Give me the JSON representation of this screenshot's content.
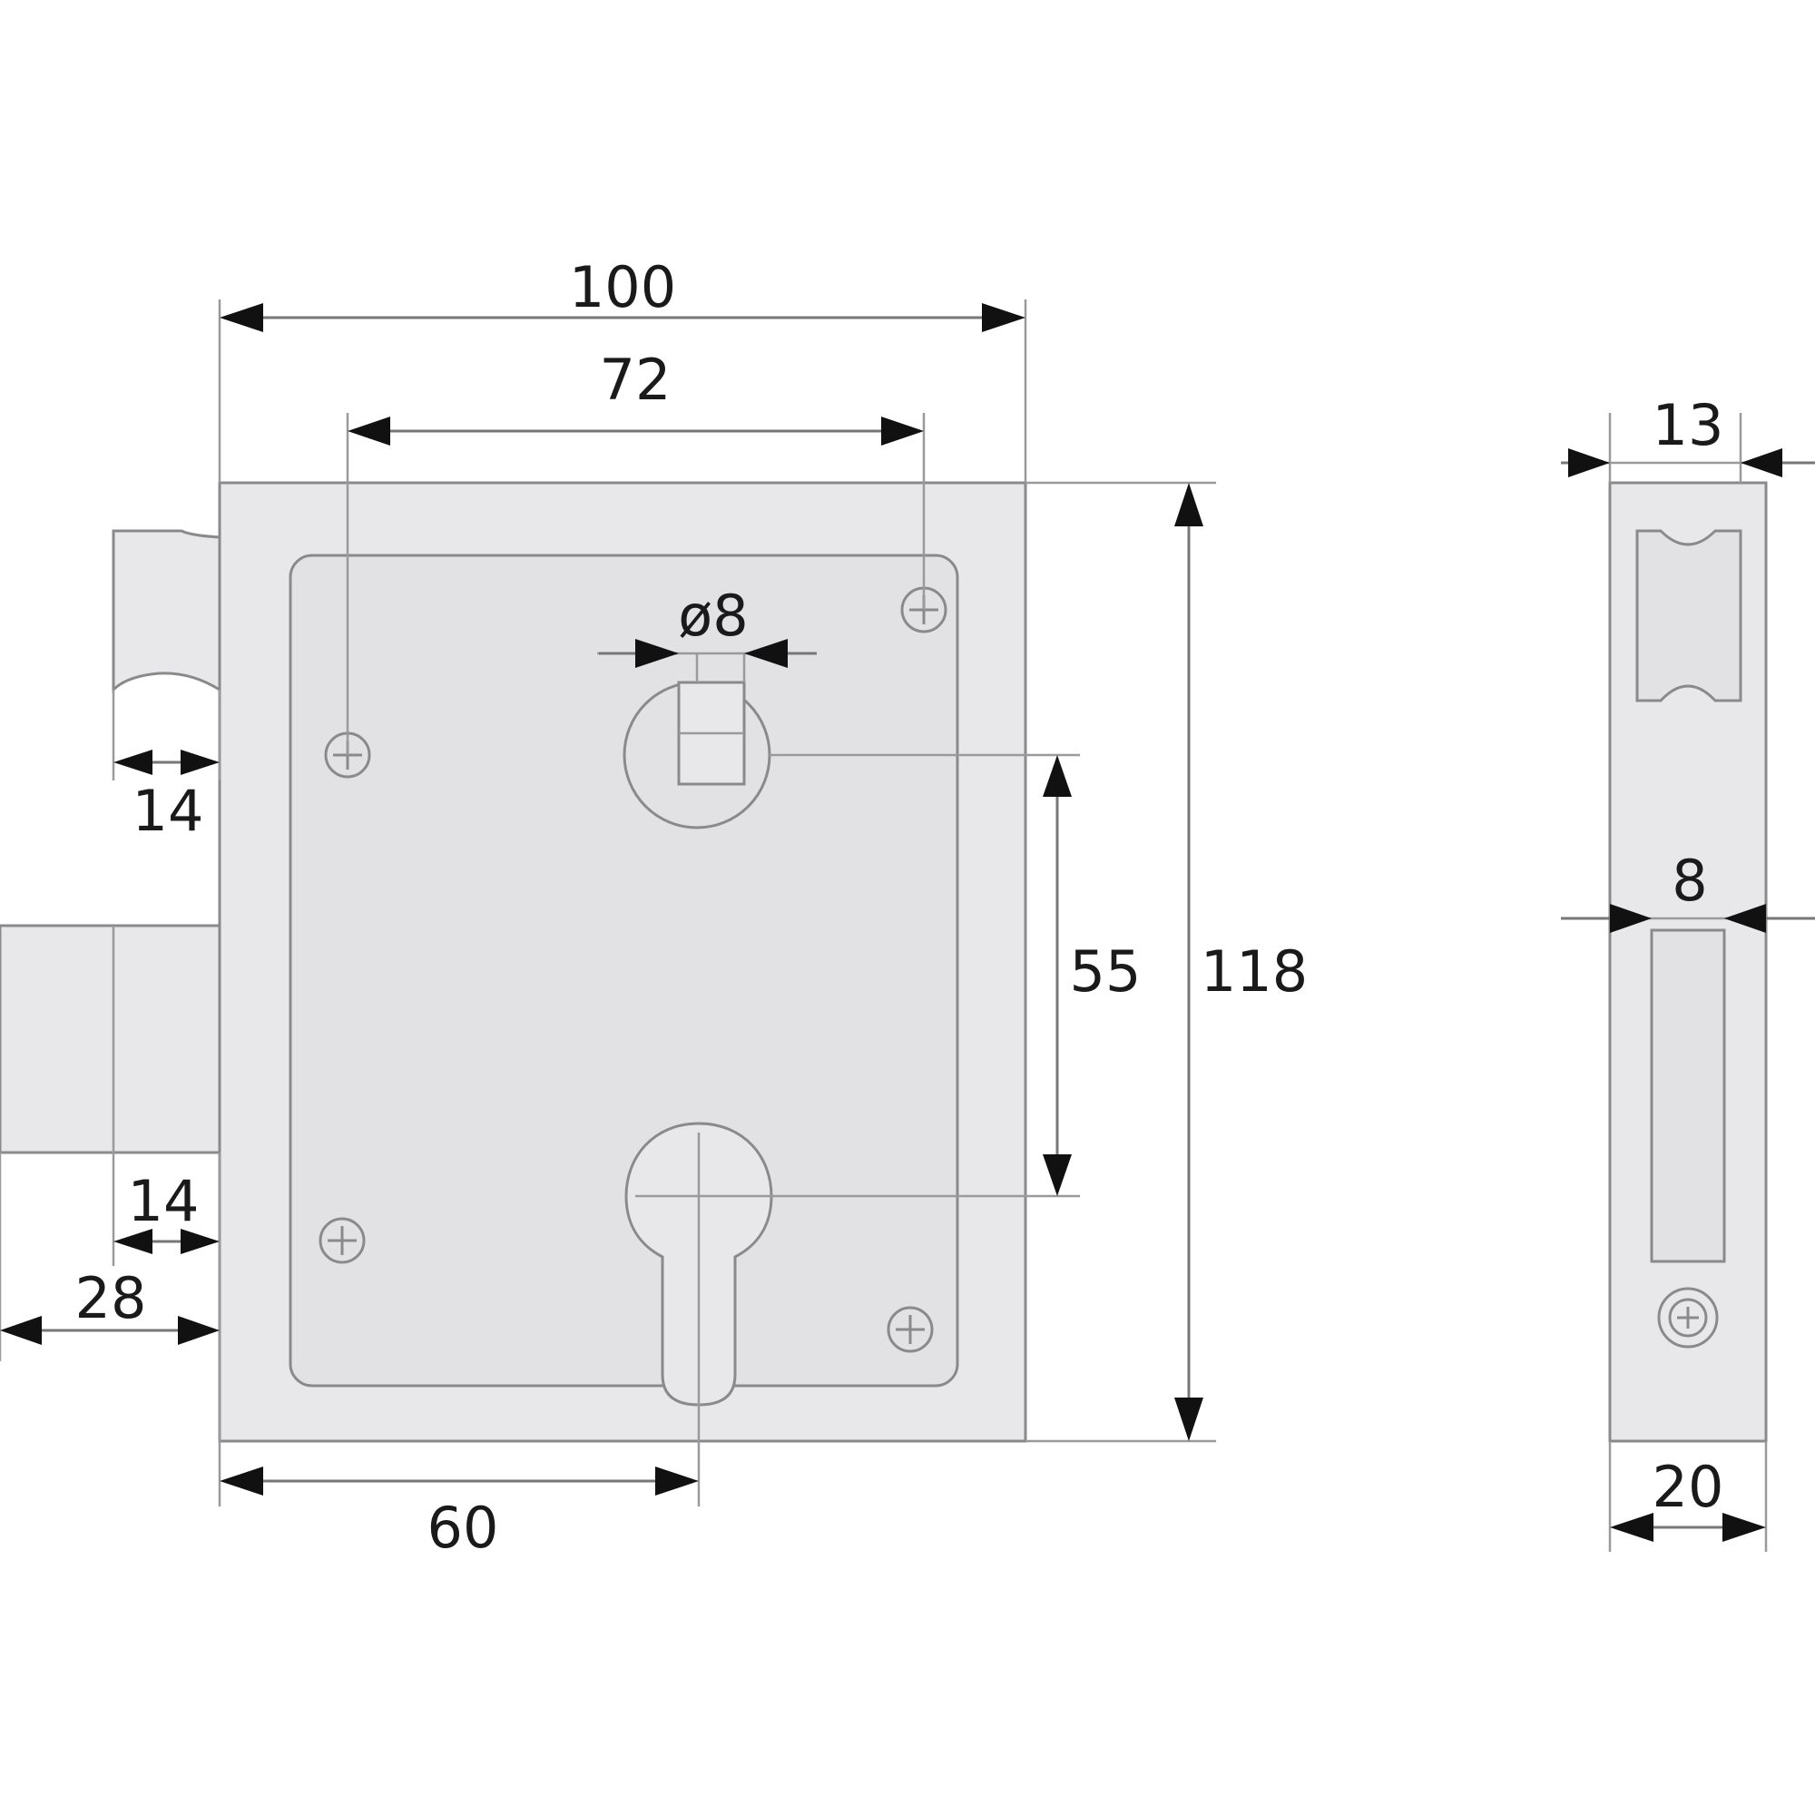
{
  "dimensions": {
    "overall_width": "100",
    "screw_spacing": "72",
    "spindle_diameter": "ø8",
    "latch_throw": "14",
    "center_distance": "55",
    "overall_height": "118",
    "bolt_throw": "14",
    "bolt_length": "28",
    "backset": "60",
    "faceplate_width": "13",
    "slot_width": "8",
    "case_depth": "20"
  }
}
